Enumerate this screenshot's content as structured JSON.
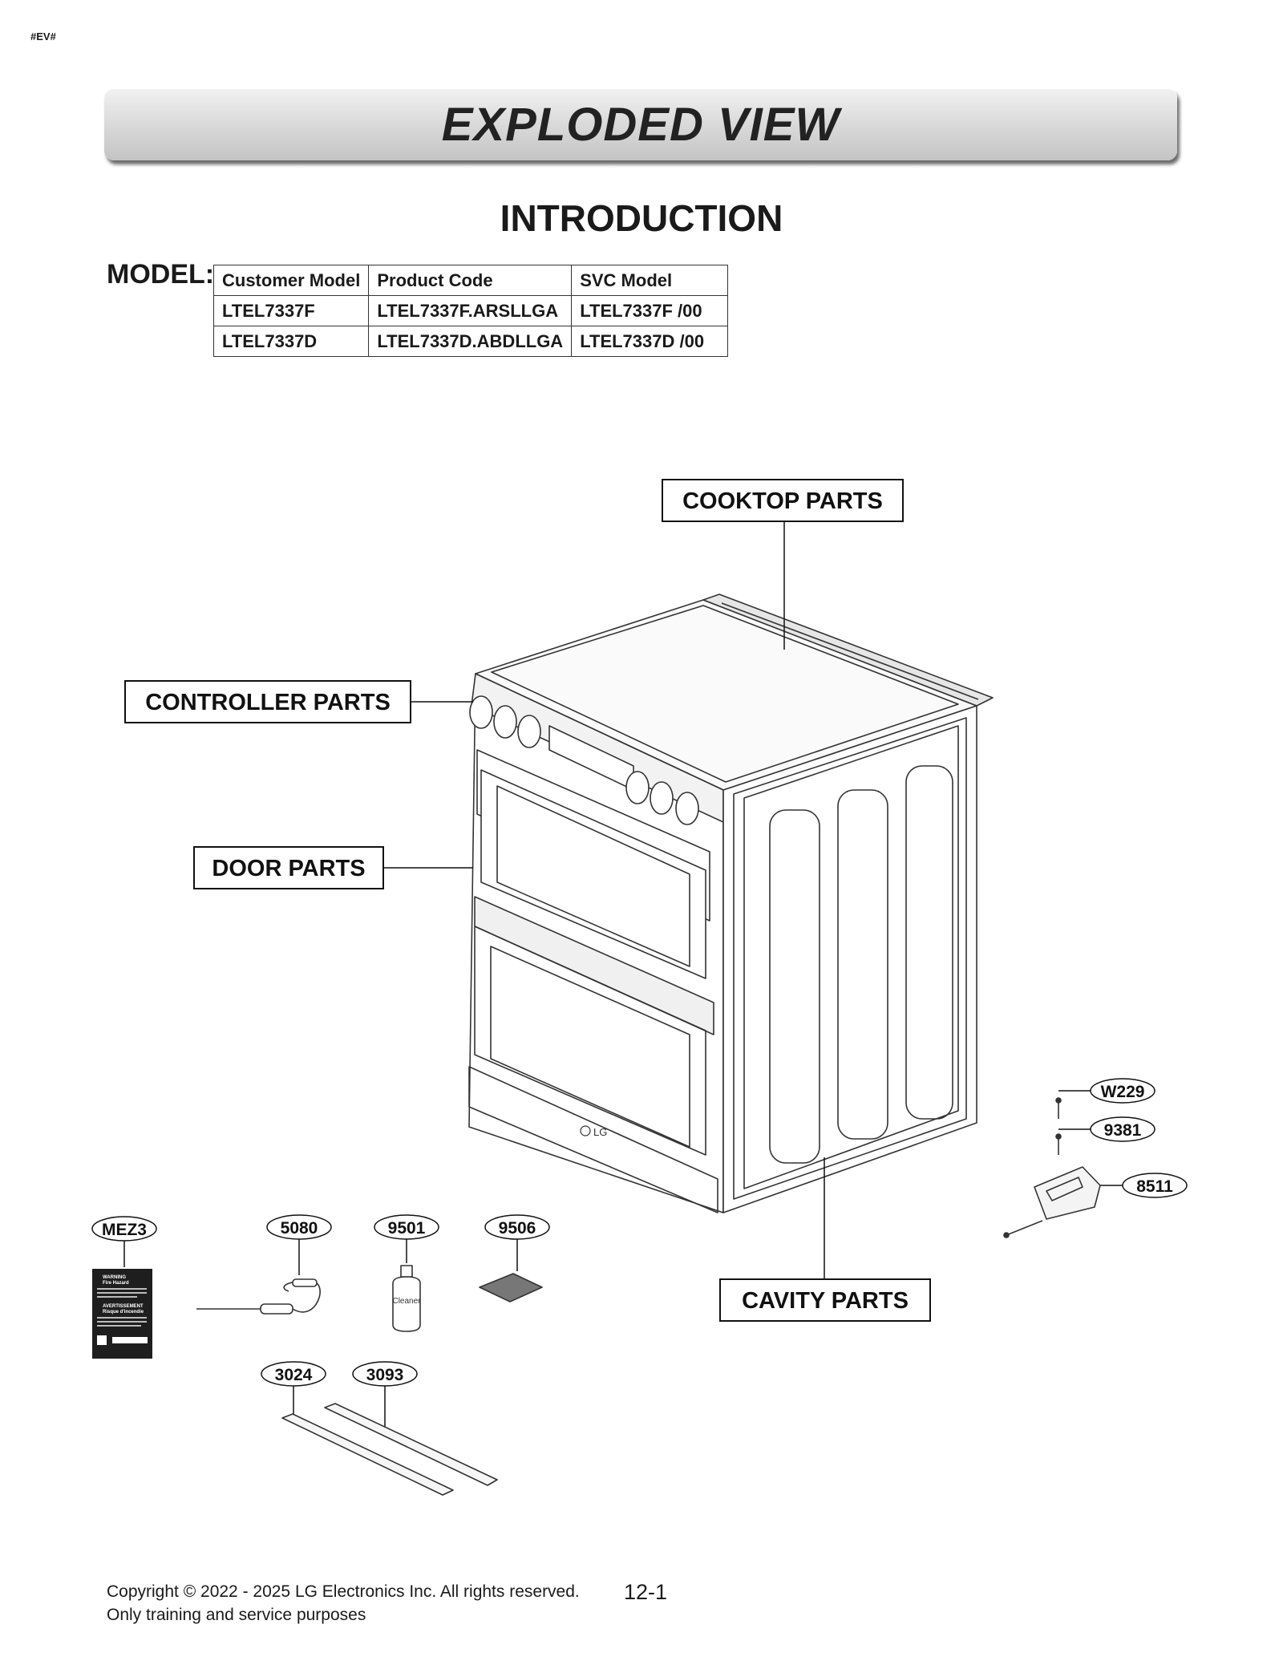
{
  "doc_tag": "#EV#",
  "banner_title": "EXPLODED VIEW",
  "section_title": "INTRODUCTION",
  "model_label": "MODEL:",
  "model_table": {
    "headers": [
      "Customer Model",
      "Product Code",
      "SVC Model"
    ],
    "rows": [
      [
        "LTEL7337F",
        "LTEL7337F.ARSLLGA",
        "LTEL7337F /00"
      ],
      [
        "LTEL7337D",
        "LTEL7337D.ABDLLGA",
        "LTEL7337D /00"
      ]
    ]
  },
  "callouts": {
    "cooktop": "COOKTOP PARTS",
    "controller": "CONTROLLER PARTS",
    "door": "DOOR PARTS",
    "cavity": "CAVITY PARTS"
  },
  "part_labels": {
    "w229": "W229",
    "p9381": "9381",
    "p8511": "8511",
    "mez3": "MEZ3",
    "p5080": "5080",
    "p9501": "9501",
    "p9506": "9506",
    "p3024": "3024",
    "p3093": "3093"
  },
  "cleaner_bottle_text": "Cleaner",
  "brand_mark": "LG",
  "warning_label": {
    "line1": "WARNING",
    "line2": "Fire Hazard",
    "line3": "AVERTISSEMENT",
    "line4": "Risque d'incendie"
  },
  "footer": {
    "copyright": "Copyright © 2022 - 2025 LG Electronics Inc. All rights reserved.",
    "note": "Only training and service purposes",
    "page": "12-1"
  }
}
